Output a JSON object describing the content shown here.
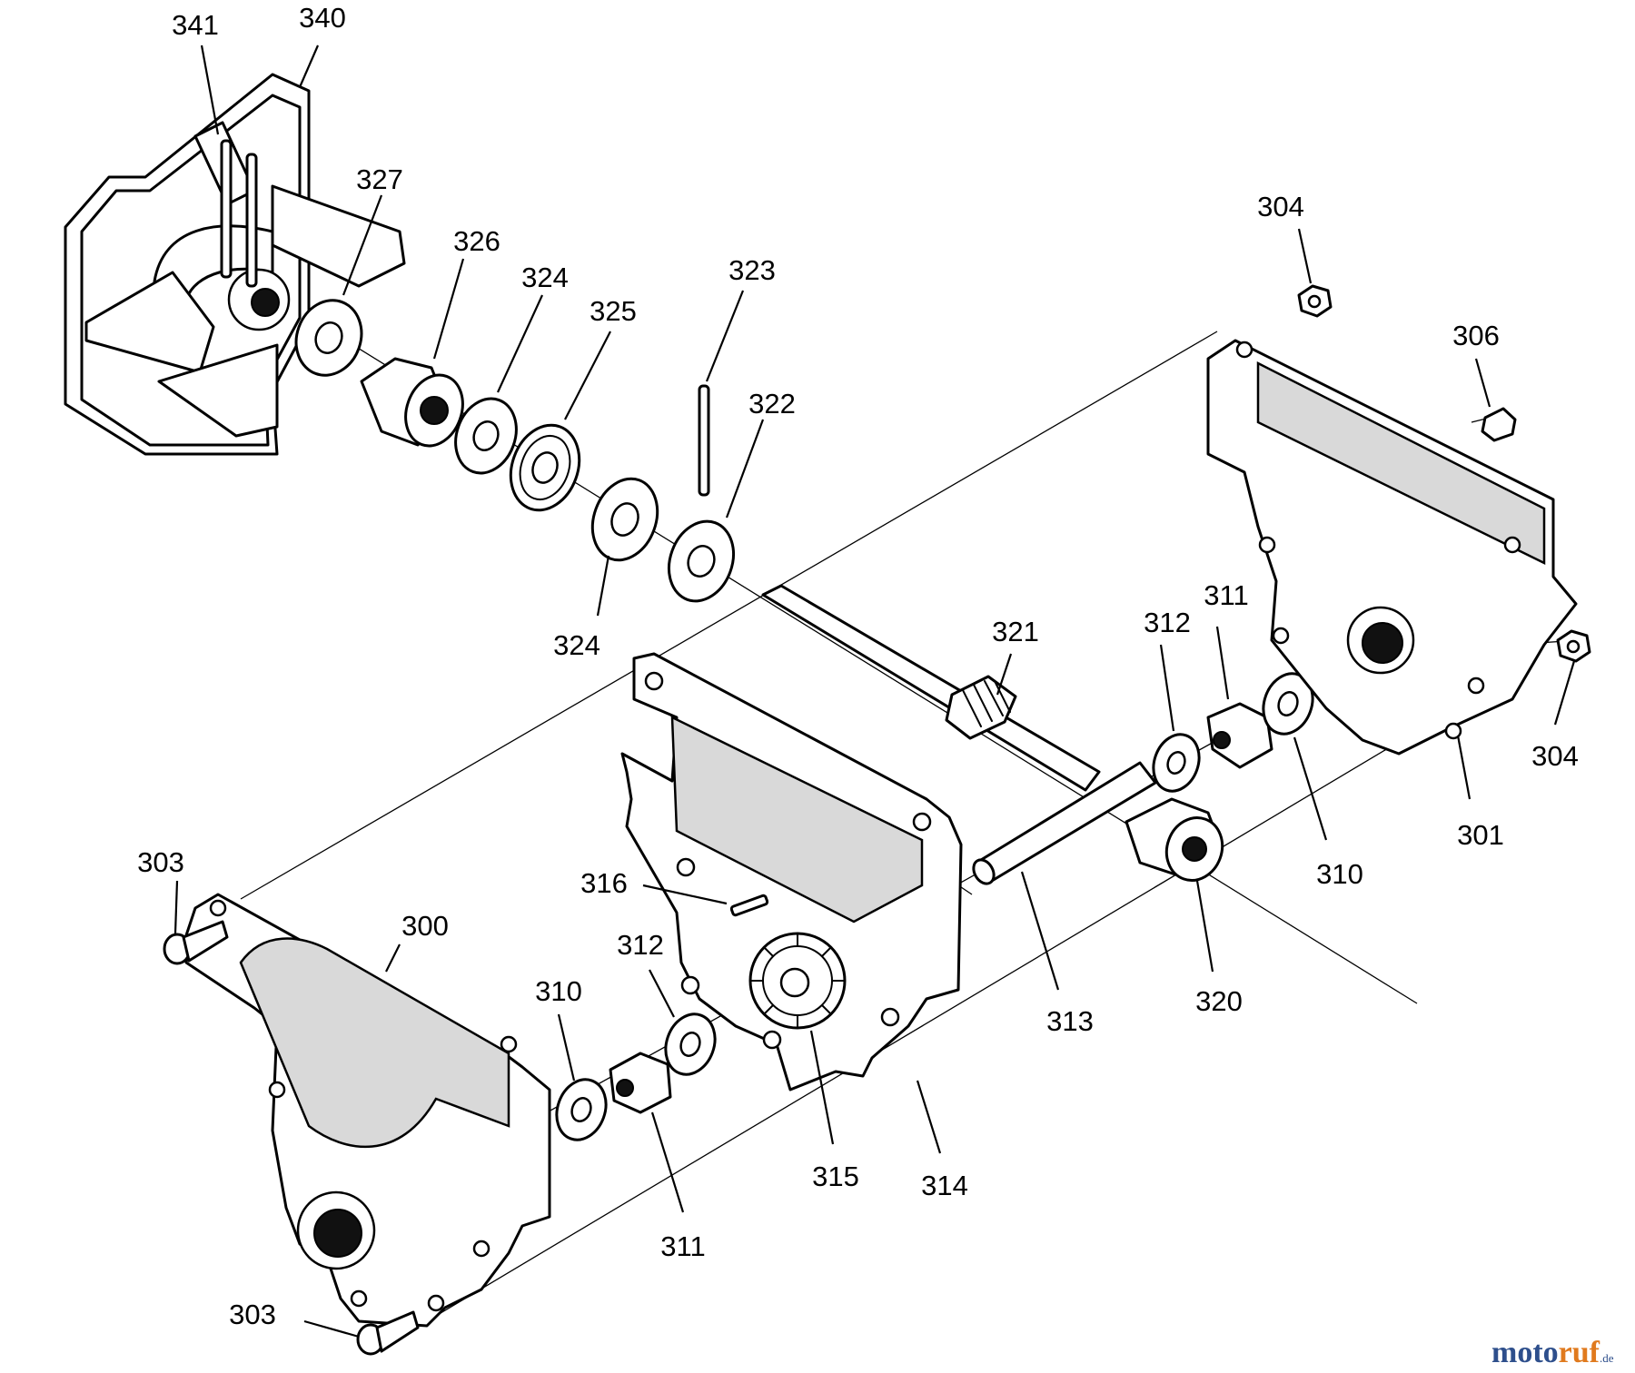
{
  "callouts": {
    "c300": "300",
    "c301": "301",
    "c303a": "303",
    "c303b": "303",
    "c304a": "304",
    "c304b": "304",
    "c306": "306",
    "c310a": "310",
    "c310b": "310",
    "c311a": "311",
    "c311b": "311",
    "c312a": "312",
    "c312b": "312",
    "c313": "313",
    "c314": "314",
    "c315": "315",
    "c316": "316",
    "c320": "320",
    "c321": "321",
    "c322": "322",
    "c323": "323",
    "c324a": "324",
    "c324b": "324",
    "c325": "325",
    "c326": "326",
    "c327": "327",
    "c340": "340",
    "c341": "341"
  },
  "watermark": {
    "brand_moto": "moto",
    "brand_ruf": "ruf",
    "tld": ".de"
  },
  "colors": {
    "watermark_blue": "#2e4f8c",
    "watermark_orange": "#e07a1e"
  }
}
